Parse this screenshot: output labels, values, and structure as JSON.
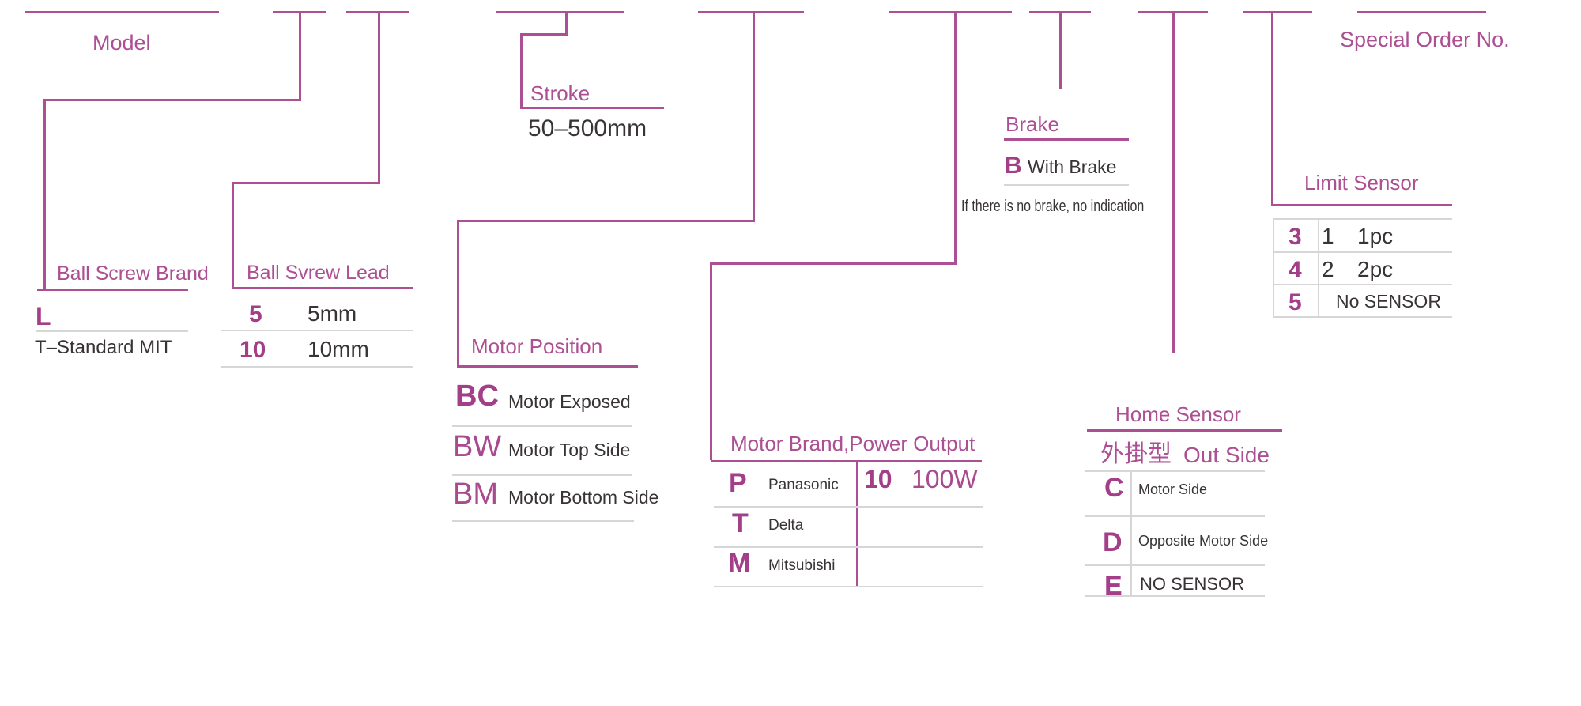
{
  "diagram_title": {
    "model_label": "Model",
    "special_order_label": "Special Order No."
  },
  "colors": {
    "accent_line": "#ac4f93",
    "accent_text": "#ac4f93",
    "accent_bold_text": "#a33e88",
    "dark_text": "#383334",
    "separator_gray": "#d6d6d6",
    "background": "#ffffff"
  },
  "sections": {
    "ball_screw_brand": {
      "label": "Ball Screw Brand",
      "code": "L",
      "description": "T–Standard MIT"
    },
    "ball_screw_lead": {
      "label": "Ball Svrew Lead",
      "rows": [
        {
          "code": "5",
          "value": "5mm"
        },
        {
          "code": "10",
          "value": "10mm"
        }
      ]
    },
    "stroke": {
      "label": "Stroke",
      "range": "50–500mm"
    },
    "motor_position": {
      "label": "Motor Position",
      "rows": [
        {
          "code": "BC",
          "description": "Motor Exposed"
        },
        {
          "code": "BW",
          "description": "Motor Top Side"
        },
        {
          "code": "BM",
          "description": "Motor Bottom Side"
        }
      ]
    },
    "motor_brand_power": {
      "label": "Motor Brand,Power Output",
      "brand_rows": [
        {
          "code": "P",
          "description": "Panasonic"
        },
        {
          "code": "T",
          "description": "Delta"
        },
        {
          "code": "M",
          "description": "Mitsubishi"
        }
      ],
      "power_rows": [
        {
          "code": "10",
          "description": "100W"
        }
      ]
    },
    "brake": {
      "label": "Brake",
      "code": "B",
      "description": "With Brake",
      "note": "If there is no brake, no indication"
    },
    "home_sensor": {
      "label": "Home Sensor",
      "subtitle_cjk": "外掛型",
      "subtitle_en": "Out Side",
      "rows": [
        {
          "code": "C",
          "description": "Motor Side"
        },
        {
          "code": "D",
          "description": "Opposite Motor Side"
        },
        {
          "code": "E",
          "description": "NO SENSOR"
        }
      ]
    },
    "limit_sensor": {
      "label": "Limit Sensor",
      "rows": [
        {
          "code": "3",
          "qty": "1",
          "description": "1pc"
        },
        {
          "code": "4",
          "qty": "2",
          "description": "2pc"
        },
        {
          "code": "5",
          "qty": "",
          "description": "No SENSOR"
        }
      ]
    }
  }
}
